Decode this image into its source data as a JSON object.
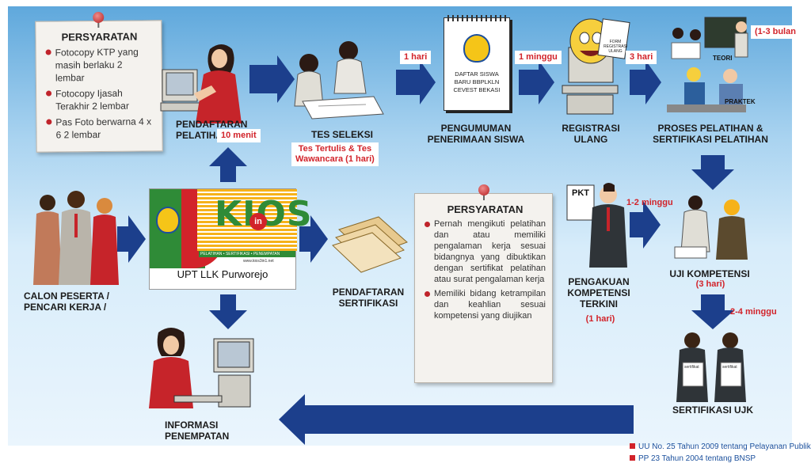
{
  "note_top": {
    "title": "PERSYARATAN",
    "items": [
      "Fotocopy KTP yang masih berlaku 2 lembar",
      "Fotocopy Ijasah Terakhir 2 lembar",
      "Pas Foto berwarna 4 x 6 2 lembar"
    ]
  },
  "note_mid": {
    "title": "PERSYARATAN",
    "items": [
      "Pernah mengikuti pelatihan dan atau memiliki pengalaman kerja sesuai bidangnya yang dibuktikan dengan sertifikat pelatihan atau surat pengalaman kerja",
      "Memiliki bidang ketrampilan dan keahlian sesuai kompetensi yang diujikan"
    ]
  },
  "steps": {
    "pendaftaran_pelatihan": "PENDAFTARAN\nPELATIHAN",
    "tes_seleksi": "TES SELEKSI",
    "pengumuman": "PENGUMUMAN\nPENERIMAAN SISWA",
    "registrasi": "REGISTRASI\nULANG",
    "proses": "PROSES PELATIHAN &\nSERTIFIKASI PELATIHAN",
    "calon_peserta": "CALON PESERTA /\nPENCARI KERJA /",
    "pendaftaran_sertifikasi": "PENDAFTARAN\nSERTIFIKASI",
    "pengakuan": "PENGAKUAN\nKOMPETENSI\nTERKINI",
    "uji": "UJI KOMPETENSI",
    "sertifikasi_ujk": "SERTIFIKASI UJK",
    "informasi": "INFORMASI PENEMPATAN"
  },
  "durations": {
    "ten_menit": "10 menit",
    "tes_detail": "Tes Tertulis & Tes\nWawancara (1 hari)",
    "satu_hari": "1 hari",
    "satu_minggu": "1 minggu",
    "tiga_hari": "3 hari",
    "satu_tiga_bulan": "(1-3 bulan",
    "satu_dua_minggu": "1-2 minggu",
    "pengakuan_hari": "(1 hari)",
    "uji_hari": "(3 hari)",
    "dua_empat_minggu": "2-4 minggu"
  },
  "pengumuman_doc": "DAFTAR SISWA\nBARU BBPLKLN\nCEVEST BEKASI",
  "registrasi_form": "FORM\nREGISTRASI ULANG",
  "training_labels": {
    "teori": "TEORI",
    "praktek": "PRAKTEK"
  },
  "pkt_sign": "PKT",
  "certificate_tags": [
    "sertifikat",
    "sertifikat"
  ],
  "kios": {
    "word": "KIOS",
    "in": "in",
    "band": "PELATIHAN • SERTIFIKASI • PENEMPATAN",
    "site": "www.kios3in1.net",
    "caption": "UPT LLK Purworejo"
  },
  "legal": [
    "UU No. 25 Tahun 2009 tentang Pelayanan Publik",
    "PP 23 Tahun 2004 tentang BNSP"
  ],
  "colors": {
    "arrow": "#1c3f8c",
    "accent_red": "#d2232a",
    "kios_green": "#2f8b37",
    "sky_top": "#5fa8dc"
  }
}
